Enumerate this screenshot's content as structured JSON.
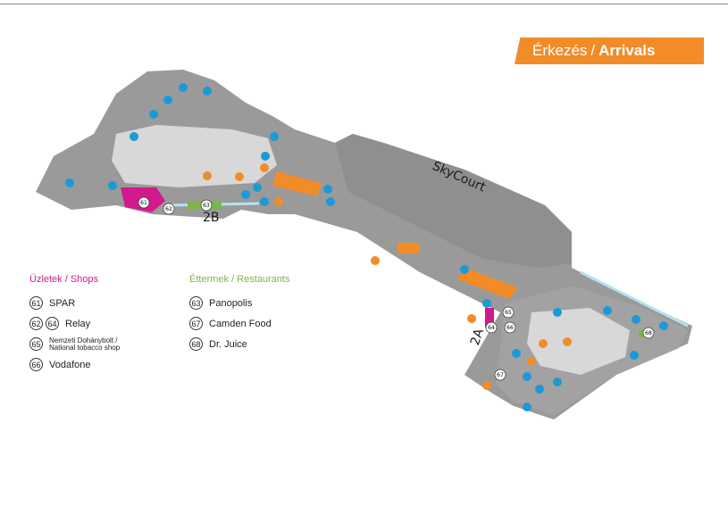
{
  "header": {
    "title_hu": "Érkezés",
    "title_sep": "/",
    "title_en": "Arrivals",
    "banner_color": "#f28c28"
  },
  "map": {
    "labels": {
      "terminal_2b": "2B",
      "terminal_2a": "2A",
      "skycourt": "SkyCourt"
    },
    "markers": {
      "spar": "61",
      "relay_2b": "62",
      "panopolis": "63",
      "relay_2a": "64",
      "tobacco": "65",
      "vodafone": "66",
      "camden": "67",
      "drjuice": "68"
    },
    "colors": {
      "floor": "#9a9a9a",
      "floor_light": "#d8d8d8",
      "service_icon": "#1b9ad6",
      "restaurant_icon": "#f28c28",
      "shop": "#d11a8c",
      "restaurant_area": "#7ab648"
    }
  },
  "legend": {
    "shops": {
      "title": "Üzletek / Shops",
      "items": [
        {
          "nums": [
            "61"
          ],
          "label": "SPAR"
        },
        {
          "nums": [
            "62",
            "64"
          ],
          "label": "Relay"
        },
        {
          "nums": [
            "65"
          ],
          "label_line1": "Nemzeti Dohánybolt /",
          "label_line2": "National tobacco shop"
        },
        {
          "nums": [
            "66"
          ],
          "label": "Vodafone"
        }
      ]
    },
    "restaurants": {
      "title": "Éttermek / Restaurants",
      "items": [
        {
          "nums": [
            "63"
          ],
          "label": "Panopolis"
        },
        {
          "nums": [
            "67"
          ],
          "label": "Camden Food"
        },
        {
          "nums": [
            "68"
          ],
          "label": "Dr. Juice"
        }
      ]
    }
  }
}
